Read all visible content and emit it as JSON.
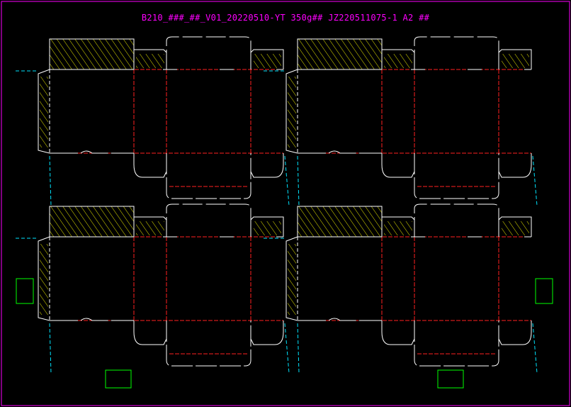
{
  "title_text": "B210_###_##_V01_20220510-YT  350g## JZ220511075-1 A2  ##",
  "colors": {
    "background": "#000000",
    "border": "#ff00ff",
    "title": "#ff00ff",
    "cut": "#ffffff",
    "crease": "#ff2020",
    "bleed": "#00e5ff",
    "hatch": "#e8e800",
    "marker": "#00ff00"
  },
  "layout": {
    "panel_count": 4,
    "rows": 2,
    "columns": 2,
    "registration_marks": 4
  }
}
